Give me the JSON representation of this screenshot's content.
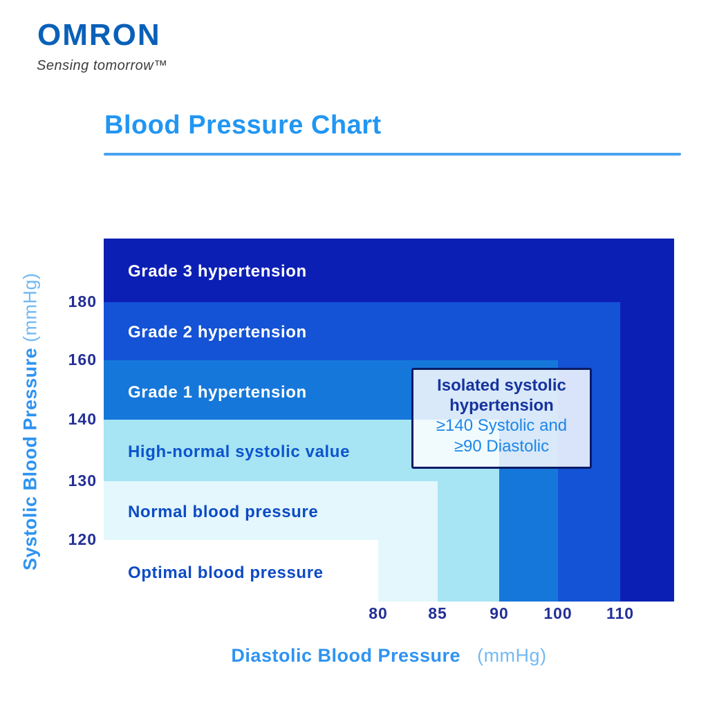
{
  "brand": {
    "name": "OMRON",
    "tagline": "Sensing tomorrow™",
    "logo_color": "#0a60b8"
  },
  "header": {
    "title": "Blood Pressure Chart",
    "accent_color": "#2196f3"
  },
  "chart_data": {
    "type": "area",
    "subtype": "nested-category-regions",
    "title": "Blood Pressure Chart",
    "xlabel": "Diastolic Blood Pressure",
    "xlabel_unit": "(mmHg)",
    "ylabel": "Systolic Blood Pressure",
    "ylabel_unit": "(mmHg)",
    "x_ticks": [
      "80",
      "85",
      "90",
      "100",
      "110"
    ],
    "y_ticks": [
      "180",
      "160",
      "140",
      "130",
      "120"
    ],
    "grid": false,
    "legend_position": "none",
    "zones": [
      {
        "label": "Grade 3 hypertension",
        "systolic": "≥180",
        "diastolic": "≥110",
        "color": "#0c1fb4",
        "label_color": "#ffffff"
      },
      {
        "label": "Grade 2 hypertension",
        "systolic": "160–180",
        "diastolic": "100–110",
        "color": "#1452d6",
        "label_color": "#ffffff"
      },
      {
        "label": "Grade 1 hypertension",
        "systolic": "140–160",
        "diastolic": "90–100",
        "color": "#1677da",
        "label_color": "#ffffff"
      },
      {
        "label": "High-normal systolic value",
        "systolic": "130–140",
        "diastolic": "85–90",
        "color": "#a7e4f4",
        "label_color": "#0c54cc"
      },
      {
        "label": "Normal blood pressure",
        "systolic": "120–130",
        "diastolic": "80–85",
        "color": "#e3f7fc",
        "label_color": "#0d4bc4"
      },
      {
        "label": "Optimal blood pressure",
        "systolic": "<120",
        "diastolic": "<80",
        "color": "#ffffff",
        "label_color": "#0d4bc4"
      }
    ],
    "annotation": {
      "title": "Isolated systolic hypertension",
      "line1": "≥140 Systolic and",
      "line2": "≥90 Diastolic"
    },
    "tick_color": "#232f96",
    "axis_title_color": "#2e93f1"
  }
}
